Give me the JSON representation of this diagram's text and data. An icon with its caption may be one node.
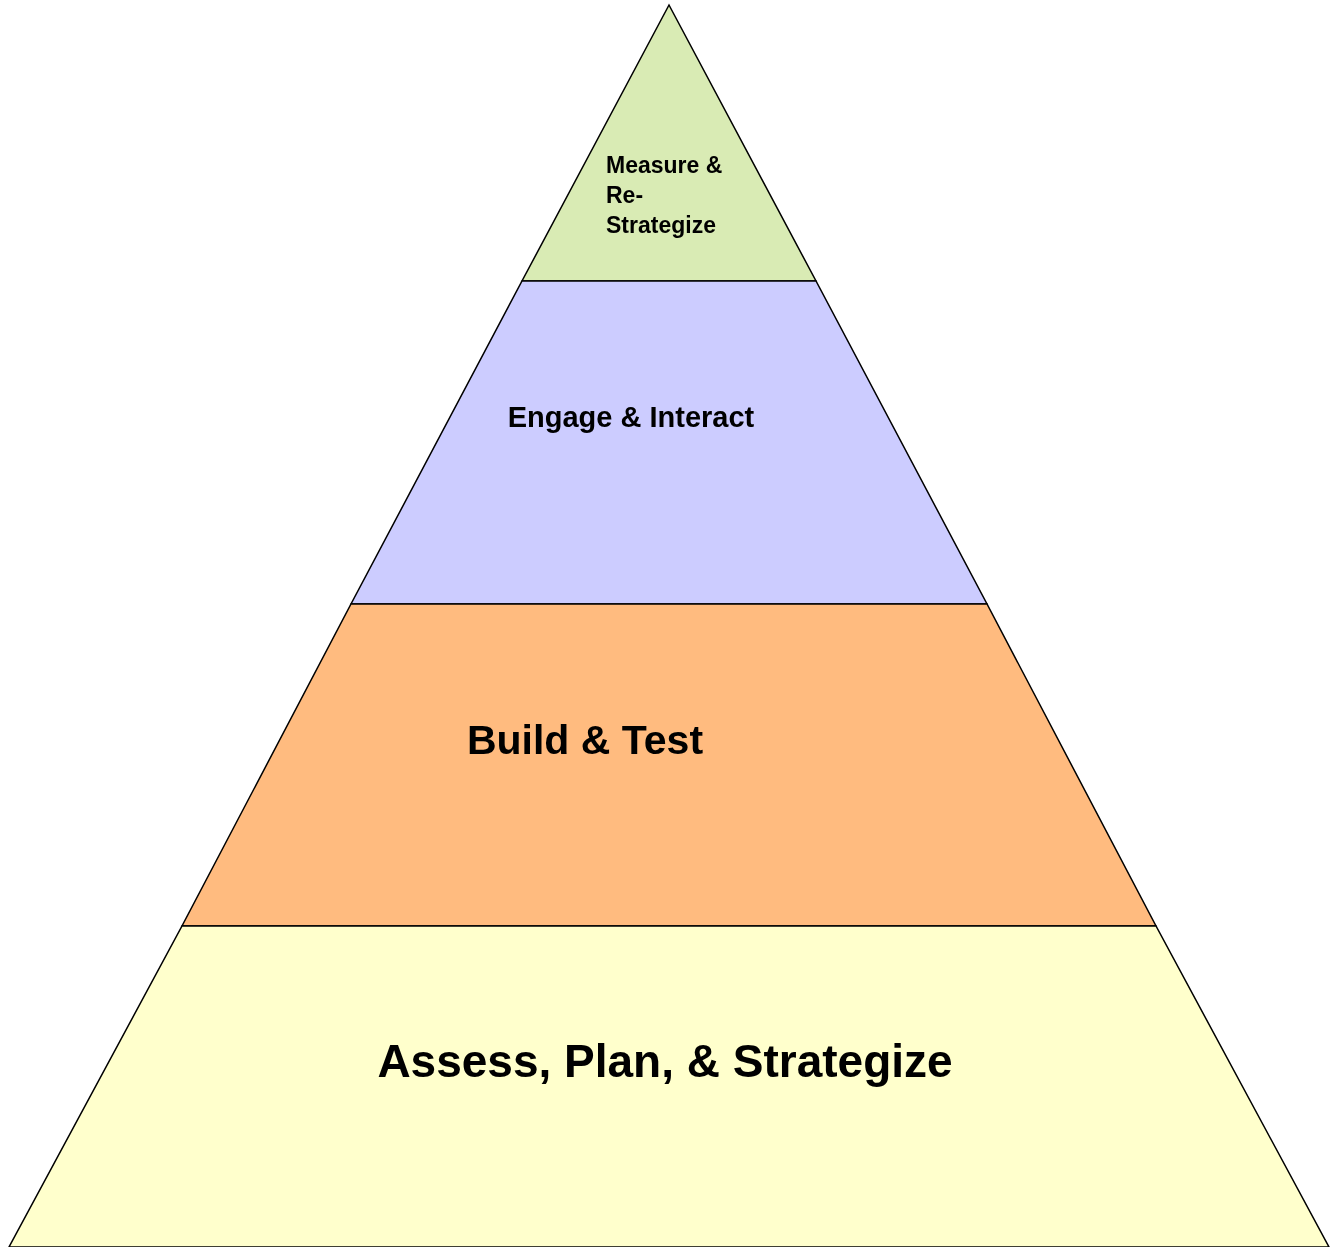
{
  "diagram": {
    "nodes": [
      {
        "text": [
          "Measure & Re-Strategize"
        ]
      },
      {
        "text": [
          "Engage & Interact"
        ]
      },
      {
        "text": [
          "Build & Test"
        ]
      },
      {
        "text": [
          "Assess, Plan, & Strategize"
        ]
      }
    ]
  }
}
